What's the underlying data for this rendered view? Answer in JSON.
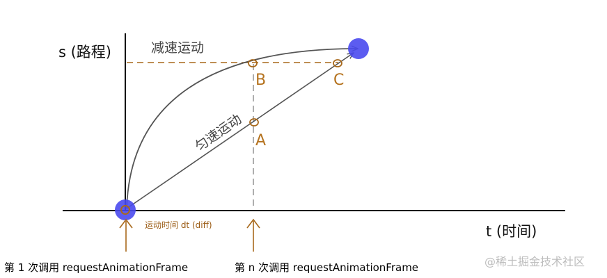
{
  "axes": {
    "y_label": "s (路程)",
    "x_label": "t (时间)"
  },
  "curves": {
    "decel_label": "减速运动",
    "uniform_label": "匀速运动"
  },
  "points": {
    "a": "A",
    "b": "B",
    "c": "C"
  },
  "interval_label": "运动时间 dt (diff)",
  "captions": {
    "first_call": "第 1 次调用 requestAnimationFrame",
    "nth_call": "第 n 次调用 requestAnimationFrame"
  },
  "watermark": "@稀土掘金技术社区",
  "colors": {
    "ball": "#4a4aee",
    "marker": "#a8691c",
    "guide": "#a8691c",
    "curve": "#555555"
  }
}
